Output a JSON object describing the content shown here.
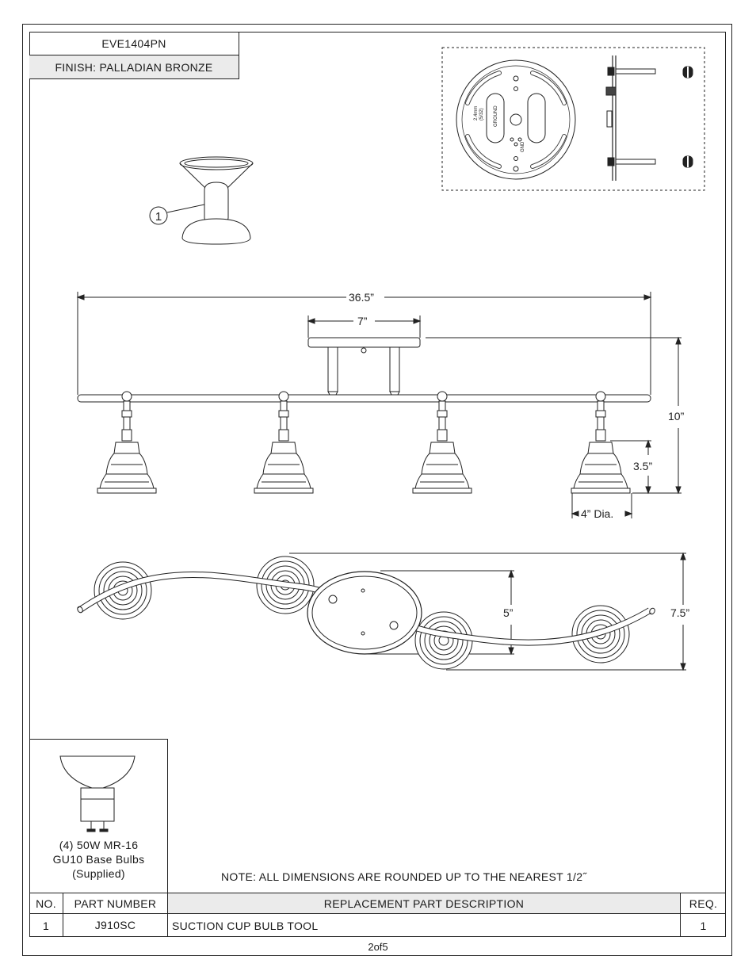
{
  "header": {
    "model": "EVE1404PN",
    "finish": "FINISH: PALLADIAN BRONZE"
  },
  "callout": {
    "part_number": "1"
  },
  "mount_plate_text": {
    "a": "GROUND",
    "b": "2.4mm",
    "c": "(5/32)",
    "d": "GND"
  },
  "dimensions": {
    "overall_width": "36.5”",
    "canopy_width": "7”",
    "height": "10”",
    "shade_height": "3.5”",
    "shade_dia": "4” Dia.",
    "canopy_depth": "5”",
    "overall_depth": "7.5”"
  },
  "bulb": {
    "line1": "(4) 50W MR-16",
    "line2": "GU10 Base Bulbs",
    "line3": "(Supplied)"
  },
  "note": "NOTE:  ALL DIMENSIONS ARE ROUNDED UP TO THE NEAREST  1/2˝",
  "parts_table": {
    "headers": {
      "no": "NO.",
      "part_number": "PART NUMBER",
      "description": "REPLACEMENT PART DESCRIPTION",
      "req": "REQ."
    },
    "rows": [
      {
        "no": "1",
        "part_number": "J910SC",
        "description": "SUCTION CUP BULB TOOL",
        "req": "1"
      }
    ]
  },
  "page_label": "2of5"
}
